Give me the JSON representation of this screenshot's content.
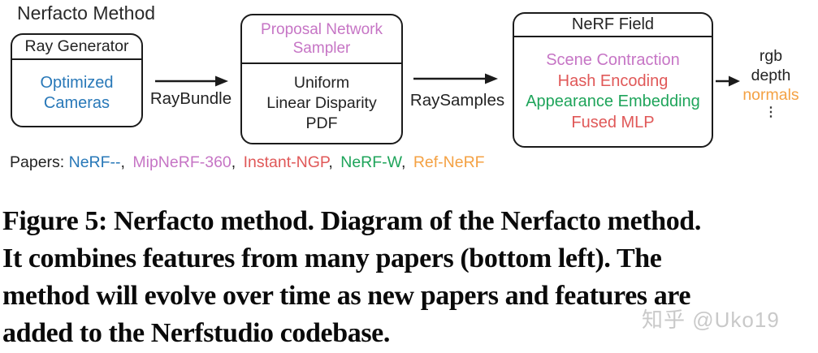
{
  "colors": {
    "blue": "#2878b8",
    "orchid": "#c675c5",
    "red": "#e05858",
    "green": "#1ea45a",
    "orange": "#f4a143",
    "ink": "#1b1b1b",
    "watermark_gray": "#c9c9c9"
  },
  "diagram": {
    "title": "Nerfacto Method",
    "ray_generator": {
      "header": "Ray Generator",
      "body_line1": "Optimized",
      "body_line2": "Cameras"
    },
    "raybundle_label": "RayBundle",
    "proposal_sampler": {
      "header_line1": "Proposal Network",
      "header_line2": "Sampler",
      "body_line1": "Uniform",
      "body_line2": "Linear Disparity",
      "body_line3": "PDF"
    },
    "raysamples_label": "RaySamples",
    "nerf_field": {
      "header": "NeRF Field",
      "body_line1": "Scene Contraction",
      "body_line2": "Hash Encoding",
      "body_line3": "Appearance Embedding",
      "body_line4": "Fused MLP"
    },
    "outputs": {
      "line1": "rgb",
      "line2": "depth",
      "line3": "normals",
      "ellipsis": "⋮"
    }
  },
  "papers": {
    "label": "Papers:",
    "separator": ",",
    "items": [
      {
        "name": "NeRF--",
        "color": "#2878b8"
      },
      {
        "name": "MipNeRF-360",
        "color": "#c675c5"
      },
      {
        "name": "Instant-NGP",
        "color": "#e05858"
      },
      {
        "name": "NeRF-W",
        "color": "#1ea45a"
      },
      {
        "name": "Ref-NeRF",
        "color": "#f4a143"
      }
    ]
  },
  "caption": {
    "line1": "Figure 5: Nerfacto method. Diagram of the Nerfacto method.",
    "line2": "It combines features from many papers (bottom left). The",
    "line3": "method will evolve over time as new papers and features are",
    "line4": "added to the Nerfstudio codebase."
  },
  "watermark": "知乎 @Uko19"
}
